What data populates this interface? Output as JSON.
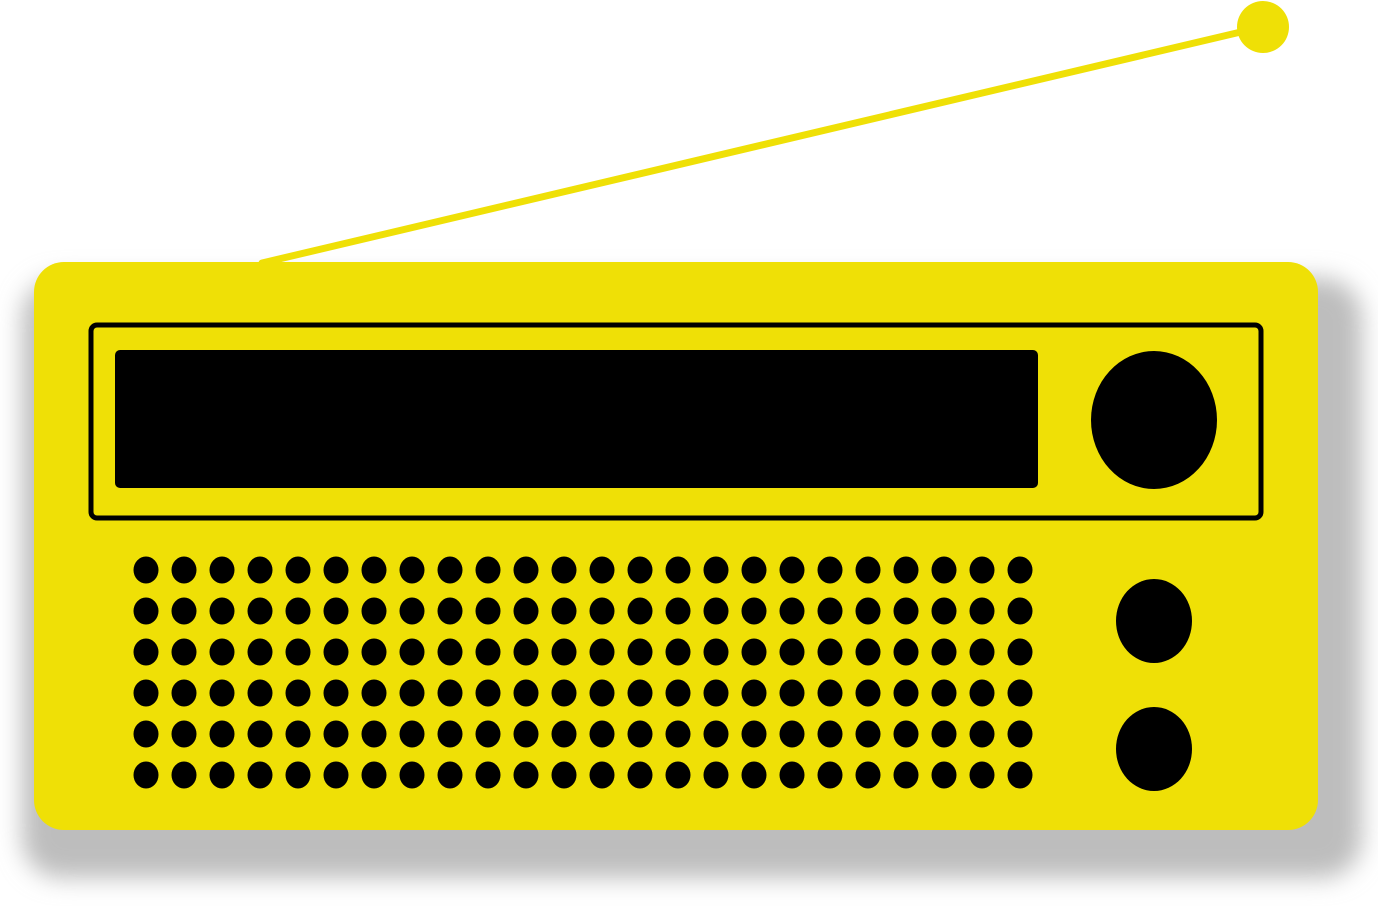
{
  "illustration": {
    "subject": "radio",
    "colors": {
      "body": "#efe006",
      "antenna": "#efe006",
      "details": "#000000",
      "shadow": "#bdbdbd",
      "background": "#ffffff"
    },
    "speaker_grille": {
      "rows": 6,
      "columns": 24
    },
    "knobs": {
      "large_count": 1,
      "small_count": 2
    }
  }
}
